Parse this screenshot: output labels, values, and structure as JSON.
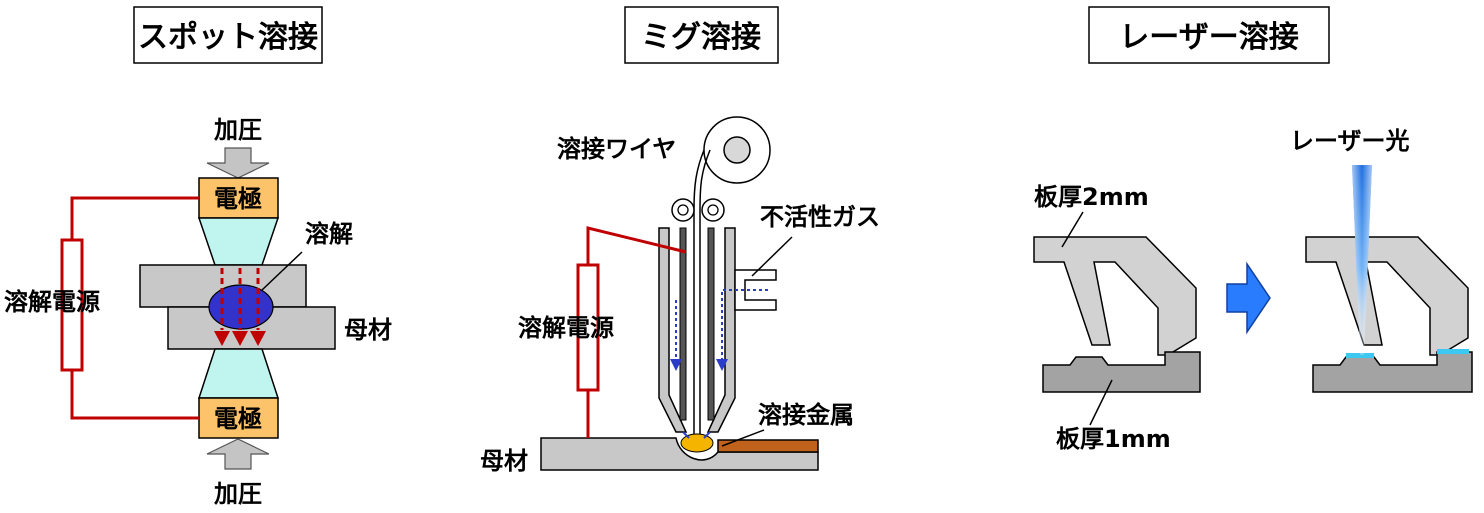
{
  "spot": {
    "title": "スポット溶接",
    "pressure_top": "加圧",
    "pressure_bottom": "加圧",
    "electrode_top": "電極",
    "electrode_bottom": "電極",
    "melt": "溶解",
    "power_source": "溶解電源",
    "base_metal": "母材"
  },
  "mig": {
    "title": "ミグ溶接",
    "wire": "溶接ワイヤ",
    "inert_gas": "不活性ガス",
    "power_source": "溶解電源",
    "weld_metal": "溶接金属",
    "base_metal": "母材"
  },
  "laser": {
    "title": "レーザー溶接",
    "beam": "レーザー光",
    "thickness_top": "板厚2mm",
    "thickness_bottom": "板厚1mm"
  },
  "colors": {
    "electrode": "#fcc36b",
    "electrode_tip": "#bff5ee",
    "plate": "#c8c8c8",
    "circuit": "#c00000",
    "nugget": "#3333cc",
    "weld_metal": "#c0621c",
    "laser_arrow": "#2a7cff",
    "weld_seam": "#3cc8f0"
  }
}
